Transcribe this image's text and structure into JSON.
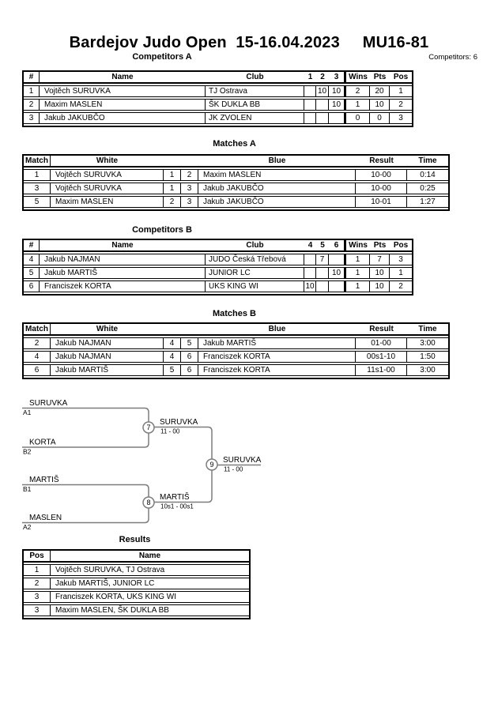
{
  "page": {
    "title": "Bardejov Judo Open  15-16.04.2023     MU16-81",
    "competitors_total": "Competitors: 6"
  },
  "competitors_a": {
    "title": "Competitors A",
    "col_headers": {
      "num": "#",
      "name": "Name",
      "club": "Club",
      "c1": "1",
      "c2": "2",
      "c3": "3",
      "wins": "Wins",
      "pts": "Pts",
      "pos": "Pos"
    },
    "rows": [
      {
        "num": "1",
        "name": "Vojtěch SURUVKA",
        "club": "TJ Ostrava",
        "c1": "",
        "c2": "10",
        "c3": "10",
        "wins": "2",
        "pts": "20",
        "pos": "1"
      },
      {
        "num": "2",
        "name": "Maxim MASLEN",
        "club": "ŠK DUKLA BB",
        "c1": "",
        "c2": "",
        "c3": "10",
        "wins": "1",
        "pts": "10",
        "pos": "2"
      },
      {
        "num": "3",
        "name": "Jakub JAKUBČO",
        "club": "JK ZVOLEN",
        "c1": "",
        "c2": "",
        "c3": "",
        "wins": "0",
        "pts": "0",
        "pos": "3"
      }
    ]
  },
  "matches_a": {
    "title": "Matches A",
    "col_headers": {
      "match": "Match",
      "white": "White",
      "blue": "Blue",
      "result": "Result",
      "time": "Time"
    },
    "rows": [
      {
        "match": "1",
        "white": "Vojtěch SURUVKA",
        "wnum": "1",
        "bnum": "2",
        "blue": "Maxim MASLEN",
        "result": "10-00",
        "time": "0:14"
      },
      {
        "match": "3",
        "white": "Vojtěch SURUVKA",
        "wnum": "1",
        "bnum": "3",
        "blue": "Jakub JAKUBČO",
        "result": "10-00",
        "time": "0:25"
      },
      {
        "match": "5",
        "white": "Maxim MASLEN",
        "wnum": "2",
        "bnum": "3",
        "blue": "Jakub JAKUBČO",
        "result": "10-01",
        "time": "1:27"
      }
    ]
  },
  "competitors_b": {
    "title": "Competitors B",
    "col_headers": {
      "num": "#",
      "name": "Name",
      "club": "Club",
      "c1": "4",
      "c2": "5",
      "c3": "6",
      "wins": "Wins",
      "pts": "Pts",
      "pos": "Pos"
    },
    "rows": [
      {
        "num": "4",
        "name": "Jakub NAJMAN",
        "club": "JUDO Česká Třebová",
        "c1": "",
        "c2": "7",
        "c3": "",
        "wins": "1",
        "pts": "7",
        "pos": "3"
      },
      {
        "num": "5",
        "name": "Jakub MARTIŠ",
        "club": "JUNIOR LC",
        "c1": "",
        "c2": "",
        "c3": "10",
        "wins": "1",
        "pts": "10",
        "pos": "1"
      },
      {
        "num": "6",
        "name": "Franciszek KORTA",
        "club": "UKS KING WI",
        "c1": "10",
        "c2": "",
        "c3": "",
        "wins": "1",
        "pts": "10",
        "pos": "2"
      }
    ]
  },
  "matches_b": {
    "title": "Matches B",
    "col_headers": {
      "match": "Match",
      "white": "White",
      "blue": "Blue",
      "result": "Result",
      "time": "Time"
    },
    "rows": [
      {
        "match": "2",
        "white": "Jakub NAJMAN",
        "wnum": "4",
        "bnum": "5",
        "blue": "Jakub MARTIŠ",
        "result": "01-00",
        "time": "3:00"
      },
      {
        "match": "4",
        "white": "Jakub NAJMAN",
        "wnum": "4",
        "bnum": "6",
        "blue": "Franciszek KORTA",
        "result": "00s1-10",
        "time": "1:50"
      },
      {
        "match": "6",
        "white": "Jakub MARTIŠ",
        "wnum": "5",
        "bnum": "6",
        "blue": "Franciszek KORTA",
        "result": "11s1-00",
        "time": "3:00"
      }
    ]
  },
  "bracket": {
    "line_color": "#7d7d7d",
    "semifinal_1": {
      "match_no": "7",
      "top_name": "SURUVKA",
      "top_seed": "A1",
      "bottom_name": "KORTA",
      "bottom_seed": "B2",
      "winner": "SURUVKA",
      "score": "11 - 00"
    },
    "semifinal_2": {
      "match_no": "8",
      "top_name": "MARTIŠ",
      "top_seed": "B1",
      "bottom_name": "MASLEN",
      "bottom_seed": "A2",
      "winner": "MARTIŠ",
      "score": "10s1 - 00s1"
    },
    "final": {
      "match_no": "9",
      "winner": "SURUVKA",
      "score": "11 - 00"
    }
  },
  "results": {
    "title": "Results",
    "col_headers": {
      "pos": "Pos",
      "name": "Name"
    },
    "rows": [
      {
        "pos": "1",
        "name": "Vojtěch SURUVKA, TJ Ostrava"
      },
      {
        "pos": "2",
        "name": "Jakub MARTIŠ, JUNIOR LC"
      },
      {
        "pos": "3",
        "name": "Franciszek KORTA, UKS KING WI"
      },
      {
        "pos": "3",
        "name": "Maxim MASLEN, ŠK DUKLA BB"
      }
    ]
  }
}
